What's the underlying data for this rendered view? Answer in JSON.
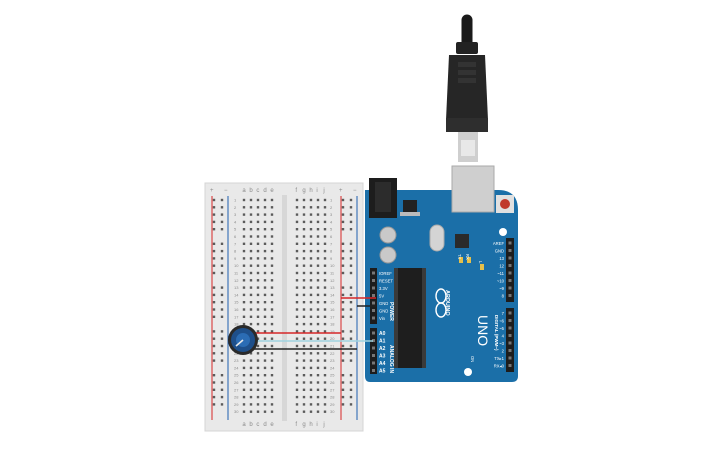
{
  "breadboard": {
    "column_letters_left": [
      "a",
      "b",
      "c",
      "d",
      "e"
    ],
    "column_letters_right": [
      "f",
      "g",
      "h",
      "i",
      "j"
    ],
    "rail_plus": "+",
    "rail_minus": "−",
    "row_count": 30,
    "row_numbers": [
      "1",
      "2",
      "3",
      "4",
      "5",
      "6",
      "7",
      "8",
      "9",
      "10",
      "11",
      "12",
      "13",
      "14",
      "15",
      "16",
      "17",
      "18",
      "19",
      "20",
      "21",
      "22",
      "23",
      "24",
      "25",
      "26",
      "27",
      "28",
      "29",
      "30"
    ]
  },
  "arduino": {
    "model": "UNO",
    "brand": "ARDUINO",
    "on_label": "ON",
    "power_label": "POWER",
    "analog_label": "ANALOG IN",
    "digital_label": "DIGITAL (PWM~)",
    "tx_label": "TX",
    "rx_label": "RX",
    "l_label": "L",
    "power_pins": [
      "IOREF",
      "RESET",
      "3.3V",
      "5V",
      "GND",
      "GND",
      "Vin"
    ],
    "analog_pins": [
      "A0",
      "A1",
      "A2",
      "A3",
      "A4",
      "A5"
    ],
    "digital_pins_top": [
      "AREF",
      "GND",
      "13",
      "12",
      "~11",
      "~10",
      "~9",
      "8"
    ],
    "digital_pins_bottom": [
      "7",
      "~6",
      "~5",
      "4",
      "~3",
      "2",
      "TX▸1",
      "RX◂0"
    ]
  },
  "wires": [
    {
      "name": "5v-wire",
      "color": "#d62728"
    },
    {
      "name": "gnd-wire",
      "color": "#222222"
    },
    {
      "name": "pot-power-wire",
      "color": "#d62728"
    },
    {
      "name": "pot-signal-wire",
      "color": "#9fd3e0"
    },
    {
      "name": "pot-ground-wire",
      "color": "#222222"
    }
  ],
  "colors": {
    "board_blue": "#1b6fa8",
    "breadboard": "#e9e9e9",
    "rail_red": "#d62728",
    "rail_blue": "#1f5fae",
    "usb_body": "#2b2b2b",
    "pot_blue": "#1e4f8a"
  },
  "icons": {
    "usb_cable": "usb-cable-icon",
    "potentiometer": "potentiometer-icon",
    "reset_button": "reset-button-icon"
  }
}
